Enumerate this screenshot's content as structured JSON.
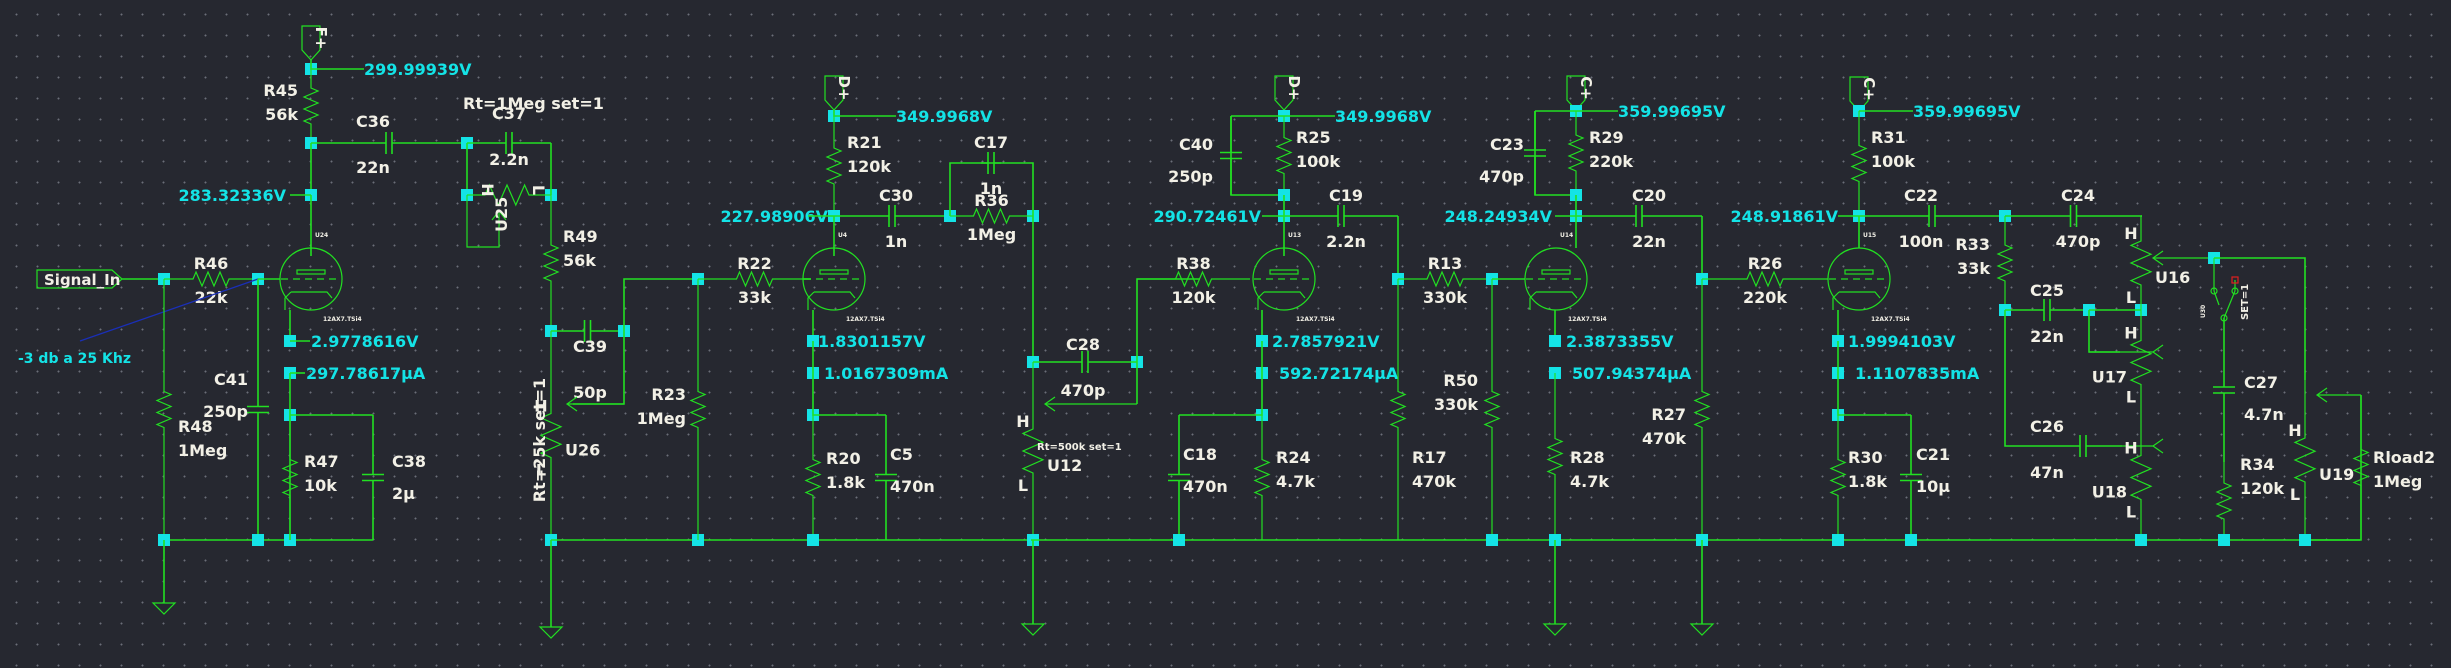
{
  "schematic": {
    "input_label": "Signal_In",
    "annotation": "-3 db a 25 Khz",
    "supply_flags": [
      {
        "id": "flag-f",
        "text": "F+"
      },
      {
        "id": "flag-d1",
        "text": "D+"
      },
      {
        "id": "flag-d2",
        "text": "D+"
      },
      {
        "id": "flag-c1",
        "text": "C+"
      },
      {
        "id": "flag-c2",
        "text": "C+"
      }
    ],
    "tubes": [
      {
        "ref": "U24",
        "model": "12AX7.TSi4"
      },
      {
        "ref": "U4",
        "model": "12AX7.TSi4"
      },
      {
        "ref": "U13",
        "model": "12AX7.TSi4"
      },
      {
        "ref": "U14",
        "model": "12AX7.TSi4"
      },
      {
        "ref": "U15",
        "model": "12AX7.TSi4"
      }
    ],
    "resistors": [
      {
        "ref": "R45",
        "value": "56k"
      },
      {
        "ref": "R46",
        "value": "22k"
      },
      {
        "ref": "R48",
        "value": "1Meg"
      },
      {
        "ref": "R47",
        "value": "10k"
      },
      {
        "ref": "R49",
        "value": "56k"
      },
      {
        "ref": "R22",
        "value": "33k"
      },
      {
        "ref": "R23",
        "value": "1Meg"
      },
      {
        "ref": "R21",
        "value": "120k"
      },
      {
        "ref": "R36",
        "value": "1Meg"
      },
      {
        "ref": "R20",
        "value": "1.8k"
      },
      {
        "ref": "R38",
        "value": "120k"
      },
      {
        "ref": "R25",
        "value": "100k"
      },
      {
        "ref": "R24",
        "value": "4.7k"
      },
      {
        "ref": "R13",
        "value": "330k"
      },
      {
        "ref": "R17",
        "value": "470k"
      },
      {
        "ref": "R50",
        "value": "330k"
      },
      {
        "ref": "R29",
        "value": "220k"
      },
      {
        "ref": "R28",
        "value": "4.7k"
      },
      {
        "ref": "R26",
        "value": "220k"
      },
      {
        "ref": "R27",
        "value": "470k"
      },
      {
        "ref": "R31",
        "value": "100k"
      },
      {
        "ref": "R30",
        "value": "1.8k"
      },
      {
        "ref": "R33",
        "value": "33k"
      },
      {
        "ref": "R34",
        "value": "120k"
      },
      {
        "ref": "Rload2",
        "value": "1Meg"
      }
    ],
    "capacitors": [
      {
        "ref": "C36",
        "value": "22n"
      },
      {
        "ref": "C37",
        "value": "2.2n"
      },
      {
        "ref": "C41",
        "value": "250p"
      },
      {
        "ref": "C38",
        "value": "2µ"
      },
      {
        "ref": "C39",
        "value": "50p"
      },
      {
        "ref": "C30",
        "value": "1n"
      },
      {
        "ref": "C17",
        "value": "1n"
      },
      {
        "ref": "C5",
        "value": "470n"
      },
      {
        "ref": "C28",
        "value": "470p"
      },
      {
        "ref": "C40",
        "value": "250p"
      },
      {
        "ref": "C19",
        "value": "2.2n"
      },
      {
        "ref": "C18",
        "value": "470n"
      },
      {
        "ref": "C23",
        "value": "470p"
      },
      {
        "ref": "C20",
        "value": "22n"
      },
      {
        "ref": "C22",
        "value": "100n"
      },
      {
        "ref": "C24",
        "value": "470p"
      },
      {
        "ref": "C25",
        "value": "22n"
      },
      {
        "ref": "C26",
        "value": "47n"
      },
      {
        "ref": "C21",
        "value": "10µ"
      },
      {
        "ref": "C27",
        "value": "4.7n"
      }
    ],
    "potentiometers": [
      {
        "ref": "U25",
        "param": "Rt=1Meg set=1"
      },
      {
        "ref": "U26",
        "param": "Rt=25k set=1"
      },
      {
        "ref": "U12",
        "param": "Rt=500k set=1"
      },
      {
        "ref": "U16",
        "param": ""
      },
      {
        "ref": "U17",
        "param": ""
      },
      {
        "ref": "U18",
        "param": ""
      },
      {
        "ref": "U19",
        "param": ""
      }
    ],
    "pot_pin_high": "H",
    "pot_pin_low": "L",
    "switch": {
      "ref": "U30",
      "param": "SET=1"
    },
    "measurements": [
      {
        "id": "m-f-supply",
        "text": "299.99939V"
      },
      {
        "id": "m-u24-plate",
        "text": "283.32336V"
      },
      {
        "id": "m-u24-cathode-v",
        "text": "2.9778616V"
      },
      {
        "id": "m-u24-cathode-i",
        "text": "297.78617µA"
      },
      {
        "id": "m-d1-supply",
        "text": "349.9968V"
      },
      {
        "id": "m-u4-plate",
        "text": "227.98906V"
      },
      {
        "id": "m-u4-cathode-v",
        "text": "1.8301157V"
      },
      {
        "id": "m-u4-cathode-i",
        "text": "1.0167309mA"
      },
      {
        "id": "m-d2-supply",
        "text": "349.9968V"
      },
      {
        "id": "m-u13-plate",
        "text": "290.72461V"
      },
      {
        "id": "m-u13-cathode-v",
        "text": "2.7857921V"
      },
      {
        "id": "m-u13-cathode-i",
        "text": "592.72174µA"
      },
      {
        "id": "m-c1-supply",
        "text": "359.99695V"
      },
      {
        "id": "m-u14-plate",
        "text": "248.24934V"
      },
      {
        "id": "m-u14-cathode-v",
        "text": "2.3873355V"
      },
      {
        "id": "m-u14-cathode-i",
        "text": "507.94374µA"
      },
      {
        "id": "m-c2-supply",
        "text": "359.99695V"
      },
      {
        "id": "m-u15-plate",
        "text": "248.91861V"
      },
      {
        "id": "m-u15-cathode-v",
        "text": "1.9994103V"
      },
      {
        "id": "m-u15-cathode-i",
        "text": "1.1107835mA"
      }
    ]
  },
  "colors": {
    "background": "#262830",
    "wire": "#22e022",
    "junction": "#14e3e6",
    "label": "#f2f0e6",
    "measurement": "#14e3e6",
    "probe": "#1a2fb8",
    "switch_marker": "#e02020"
  }
}
